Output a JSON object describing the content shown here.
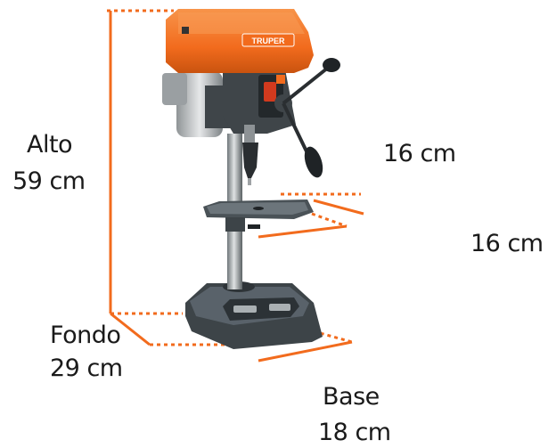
{
  "brand": "TRUPER",
  "dimensions": {
    "alto_label": "Alto",
    "alto_value": "59 cm",
    "fondo_label": "Fondo",
    "fondo_value": "29 cm",
    "base_label": "Base",
    "base_value": "18 cm",
    "table_width": "16 cm",
    "table_depth": "16 cm"
  },
  "colors": {
    "accent": "#f26b1d",
    "body": "#3f4549",
    "metal": "#b8bcbf",
    "dark": "#1f2326"
  }
}
